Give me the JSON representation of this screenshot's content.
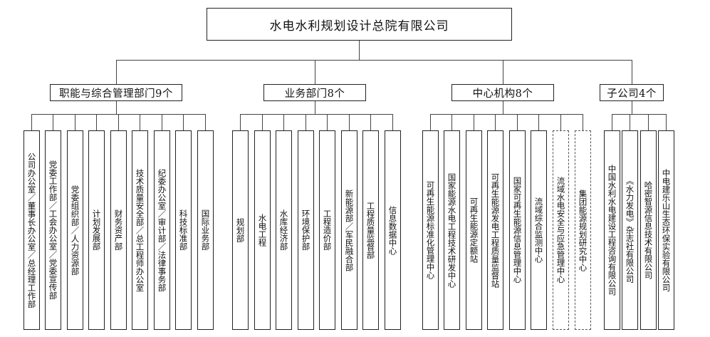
{
  "root": "水电水利规划设计总院有限公司",
  "categories": [
    {
      "label": "职能与综合管理部门9个",
      "units": [
        "公司办公室／董事长办公室／总经理工作部",
        "党委工作部／工会办公室／党委宣传部",
        "党委组织部／人力资源部",
        "计划发展部",
        "财务资产部",
        "技术质量安全部／总工程师办公室",
        "纪委办公室／审计部／法律事务部",
        "科技标准部",
        "国际业务部"
      ]
    },
    {
      "label": "业务部门8个",
      "units": [
        "规划部",
        "水电工程",
        "水库经济部",
        "环境保护部",
        "工程造价部",
        "新能源部／军民融合部",
        "工程质量监督部",
        "信息数据中心"
      ]
    },
    {
      "label": "中心机构8个",
      "units": [
        "可再生能源标准化管理中心",
        "国家能源水电工程技术研发中心",
        "可再生能源定额站",
        "可再生能源发电工程质量监督站",
        "国家可再生能源信息管理中心",
        "流域综合监测中心",
        "流域水电安全与应急管理中心",
        "集团能源规划研究中心"
      ]
    },
    {
      "label": "子公司4个",
      "units": [
        "中国水利水电建设工程咨询有限公司",
        "《水力发电》杂志社有限公司",
        "哈密智源信息技术有限公司",
        "中电建乐山生态环保实验有限公司"
      ]
    }
  ]
}
